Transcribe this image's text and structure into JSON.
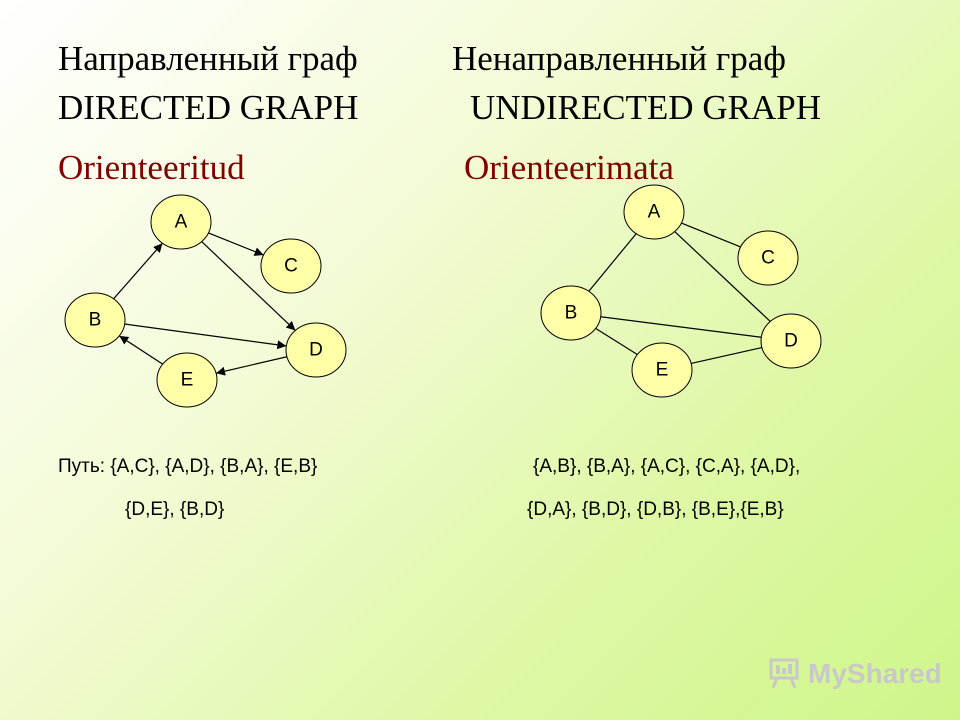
{
  "headings": {
    "left_line1": "Направленный граф",
    "left_line2": "DIRECTED GRAPH",
    "right_line1": "Ненаправленный граф",
    "right_line2": "UNDIRECTED GRAPH",
    "left_sub": "Orienteeritud",
    "right_sub": "Orienteerimata"
  },
  "directed_graph": {
    "nodes": [
      {
        "id": "A",
        "label": "A"
      },
      {
        "id": "B",
        "label": "B"
      },
      {
        "id": "C",
        "label": "C"
      },
      {
        "id": "D",
        "label": "D"
      },
      {
        "id": "E",
        "label": "E"
      }
    ],
    "edges": [
      {
        "from": "A",
        "to": "C"
      },
      {
        "from": "A",
        "to": "D"
      },
      {
        "from": "B",
        "to": "A"
      },
      {
        "from": "E",
        "to": "B"
      },
      {
        "from": "D",
        "to": "E"
      },
      {
        "from": "B",
        "to": "D"
      }
    ]
  },
  "undirected_graph": {
    "nodes": [
      {
        "id": "A",
        "label": "A"
      },
      {
        "id": "B",
        "label": "B"
      },
      {
        "id": "C",
        "label": "C"
      },
      {
        "id": "D",
        "label": "D"
      },
      {
        "id": "E",
        "label": "E"
      }
    ],
    "edges": [
      {
        "from": "A",
        "to": "C"
      },
      {
        "from": "A",
        "to": "D"
      },
      {
        "from": "A",
        "to": "B"
      },
      {
        "from": "B",
        "to": "D"
      },
      {
        "from": "B",
        "to": "E"
      },
      {
        "from": "E",
        "to": "D"
      }
    ]
  },
  "paths": {
    "left_line1": "Путь: {A,C}, {A,D}, {B,A}, {E,B}",
    "left_line2": "{D,E}, {B,D}",
    "right_line1": "{A,B}, {B,A}, {A,C}, {C,A}, {A,D},",
    "right_line2": "{D,A}, {B,D}, {D,B}, {B,E},{E,B}"
  },
  "watermark": {
    "text": "MyShared",
    "icon": "presentation-board-icon"
  }
}
